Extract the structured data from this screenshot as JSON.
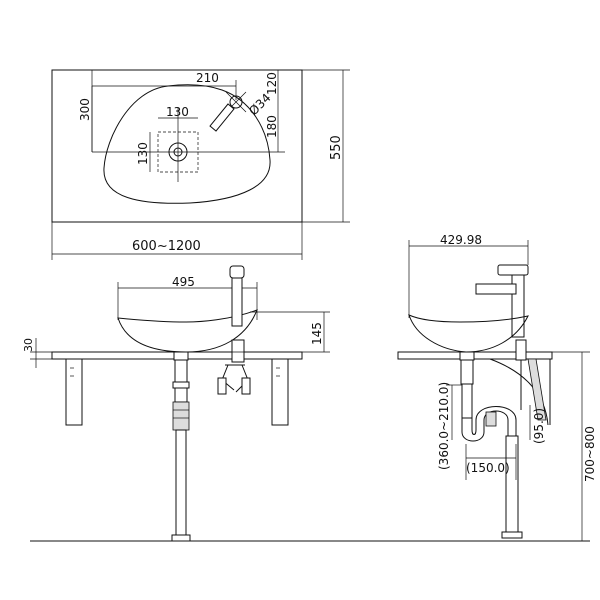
{
  "top_view": {
    "dim_faucet_offset": "210",
    "dim_bowl_depth": "300",
    "dim_drain_offset_x": "130",
    "dim_drain_offset_y": "130",
    "dim_faucet_y": "120",
    "dim_faucet_hole": "Ø34",
    "dim_faucet_front": "180",
    "dim_counter_depth": "550",
    "dim_counter_width": "600~1200"
  },
  "front_view": {
    "dim_bowl_width": "495",
    "dim_bowl_height": "145",
    "dim_counter_thickness": "30"
  },
  "side_view": {
    "dim_overall_depth": "429.98",
    "dim_trap_height": "(360.0~210.0)",
    "dim_trap_offset": "(95.0)",
    "dim_trap_width": "(150.0)",
    "dim_install_height": "700~800"
  }
}
